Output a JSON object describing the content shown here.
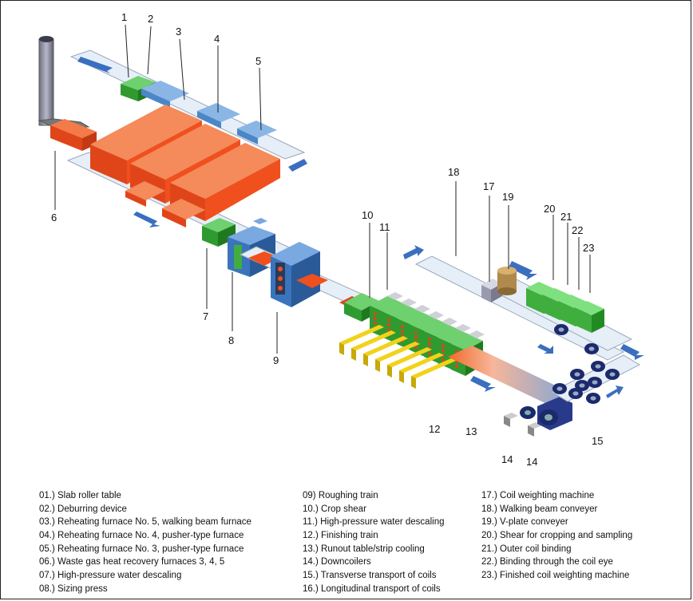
{
  "callouts": [
    "1",
    "2",
    "3",
    "4",
    "5",
    "6",
    "7",
    "8",
    "9",
    "10",
    "11",
    "12",
    "13",
    "14",
    "14",
    "15",
    "17",
    "18",
    "19",
    "20",
    "21",
    "22",
    "23"
  ],
  "legend": {
    "col1": [
      "01.) Slab roller table",
      "02.) Deburring device",
      "03.) Reheating furnace No. 5, walking beam furnace",
      "04.) Reheating furnace No. 4, pusher-type furnace",
      "05.) Reheating furnace No. 3, pusher-type furnace",
      "06.) Waste gas heat recovery furnaces 3, 4, 5",
      "07.) High-pressure water descaling",
      "08.) Sizing press"
    ],
    "col2": [
      "09) Roughing train",
      "10.) Crop shear",
      "11.) High-pressure water descaling",
      "12.) Finishing train",
      "13.) Runout table/strip cooling",
      "14.) Downcoilers",
      "15.) Transverse transport of coils",
      "16.) Longitudinal transport of coils"
    ],
    "col3": [
      "17.) Coil weighting machine",
      "18.) Walking beam conveyer",
      "19.) V-plate conveyer",
      "20.) Shear for cropping and sampling",
      "21.) Outer coil binding",
      "22.) Binding through the coil eye",
      "23.) Finished coil weighting machine"
    ]
  },
  "colors": {
    "furnace": "#f0501e",
    "table": "#e6eef7",
    "machine_blue": "#4a86c8",
    "machine_green": "#3fae3f",
    "coil_navy": "#1b2a6b",
    "pipe_yellow": "#f2d21a",
    "arrow_blue": "#3a6fc0"
  }
}
